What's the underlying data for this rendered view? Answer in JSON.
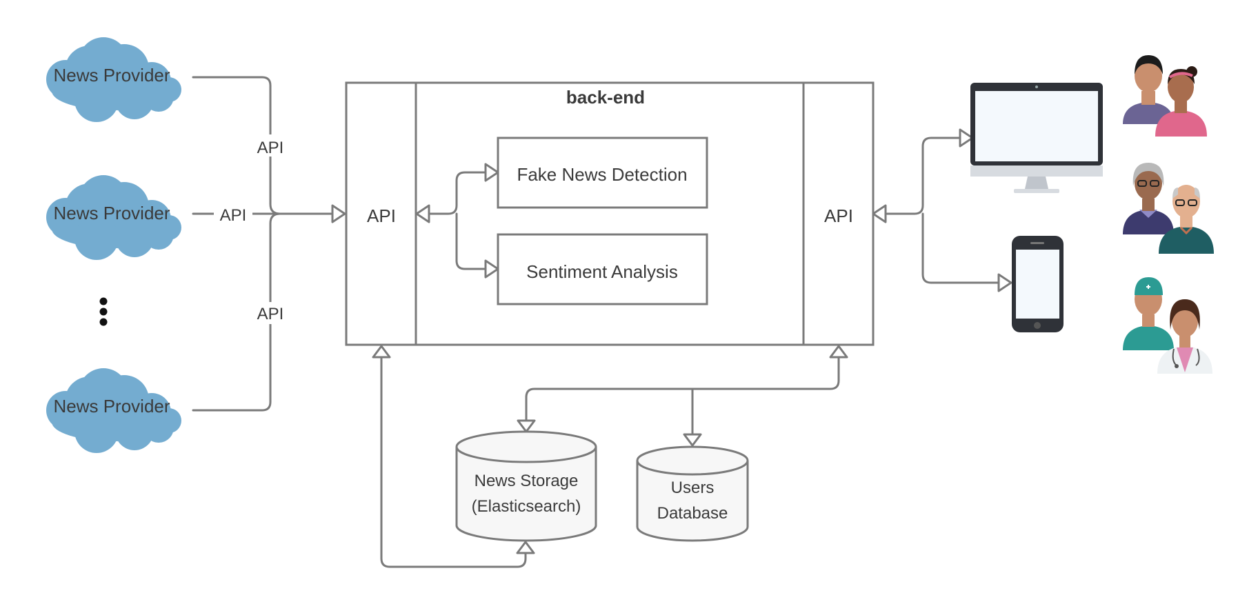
{
  "providers": {
    "label": "News Provider",
    "ellipsis": "⋮"
  },
  "api_labels": {
    "top": "API",
    "middle": "API",
    "bottom": "API",
    "backend_left": "API",
    "backend_right": "API"
  },
  "backend": {
    "title": "back-end",
    "fake_news": "Fake News Detection",
    "sentiment": "Sentiment Analysis"
  },
  "storage": {
    "news_line1": "News Storage",
    "news_line2": "(Elasticsearch)",
    "users_line1": "Users",
    "users_line2": "Database"
  },
  "clients": {
    "desktop_icon": "desktop-monitor-icon",
    "phone_icon": "smartphone-icon",
    "user_groups": [
      "young-couple-users-icon",
      "elderly-couple-users-icon",
      "medical-staff-users-icon"
    ]
  },
  "colors": {
    "cloud": "#74acd0",
    "stroke": "#7a7a7a",
    "text": "#3a3a3a"
  }
}
